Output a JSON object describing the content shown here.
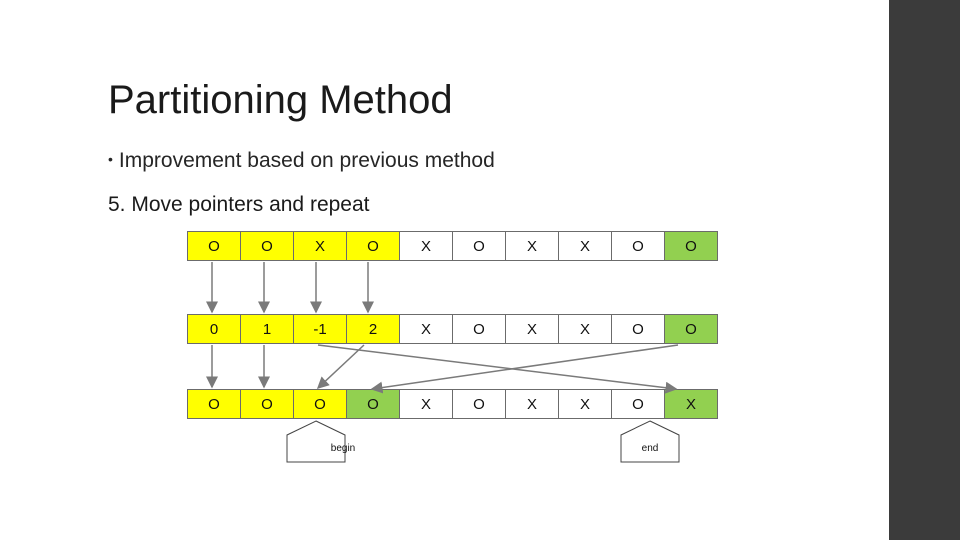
{
  "slide": {
    "title": "Partitioning Method",
    "bullet": "Improvement based on previous method",
    "step": "5. Move pointers and repeat"
  },
  "colors": {
    "yellow": "#ffff00",
    "green": "#92d050",
    "sidebar": "#3b3b3b"
  },
  "rows": [
    {
      "cells": [
        {
          "v": "O",
          "c": "y"
        },
        {
          "v": "O",
          "c": "y"
        },
        {
          "v": "X",
          "c": "y"
        },
        {
          "v": "O",
          "c": "y"
        },
        {
          "v": "X",
          "c": ""
        },
        {
          "v": "O",
          "c": ""
        },
        {
          "v": "X",
          "c": ""
        },
        {
          "v": "X",
          "c": ""
        },
        {
          "v": "O",
          "c": ""
        },
        {
          "v": "O",
          "c": "g"
        }
      ]
    },
    {
      "cells": [
        {
          "v": "0",
          "c": "y"
        },
        {
          "v": "1",
          "c": "y"
        },
        {
          "v": "-1",
          "c": "y"
        },
        {
          "v": "2",
          "c": "y"
        },
        {
          "v": "X",
          "c": ""
        },
        {
          "v": "O",
          "c": ""
        },
        {
          "v": "X",
          "c": ""
        },
        {
          "v": "X",
          "c": ""
        },
        {
          "v": "O",
          "c": ""
        },
        {
          "v": "O",
          "c": "g"
        }
      ]
    },
    {
      "cells": [
        {
          "v": "O",
          "c": "y"
        },
        {
          "v": "O",
          "c": "y"
        },
        {
          "v": "O",
          "c": "y"
        },
        {
          "v": "O",
          "c": "g"
        },
        {
          "v": "X",
          "c": ""
        },
        {
          "v": "O",
          "c": ""
        },
        {
          "v": "X",
          "c": ""
        },
        {
          "v": "X",
          "c": ""
        },
        {
          "v": "O",
          "c": ""
        },
        {
          "v": "X",
          "c": "g"
        }
      ]
    }
  ],
  "pointers": {
    "begin": "begin",
    "end": "end"
  }
}
